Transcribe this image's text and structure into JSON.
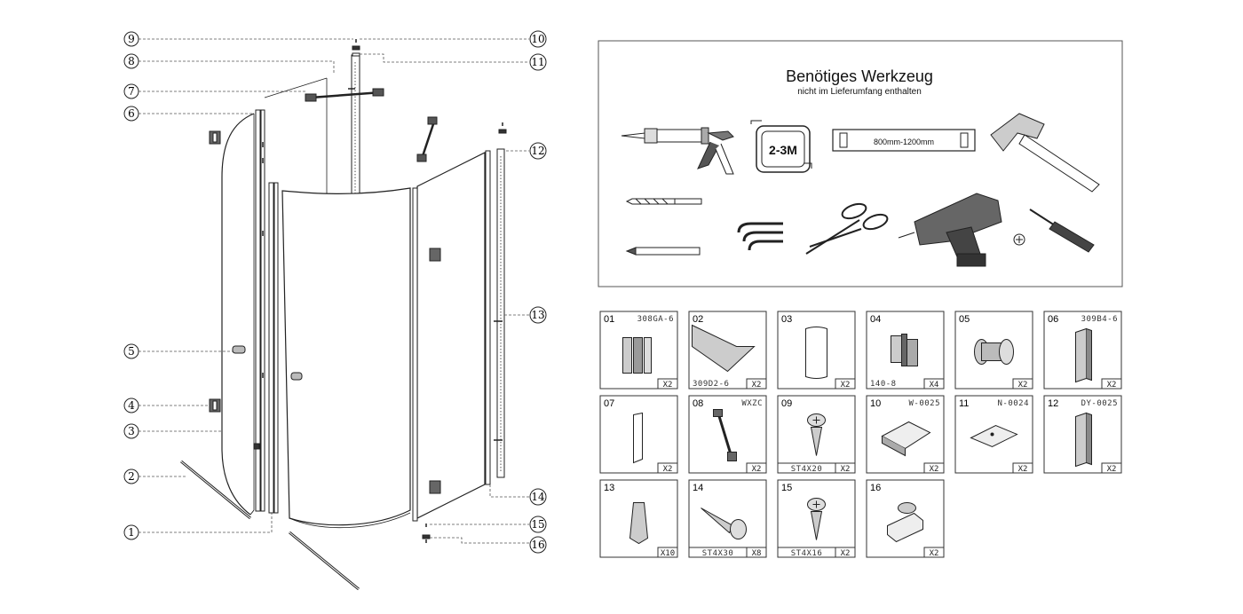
{
  "tools_panel": {
    "title": "Benötiges Werkzeug",
    "subtitle": "nicht im Lieferumfang enthalten",
    "tape_label": "2-3M",
    "level_label": "800mm-1200mm",
    "tools": [
      {
        "icon": "caulking-gun-icon"
      },
      {
        "icon": "tape-measure-icon"
      },
      {
        "icon": "spirit-level-icon"
      },
      {
        "icon": "hammer-icon"
      },
      {
        "icon": "drill-bit-icon"
      },
      {
        "icon": "allen-keys-icon"
      },
      {
        "icon": "scissors-icon"
      },
      {
        "icon": "cordless-drill-icon"
      },
      {
        "icon": "screwdriver-icon"
      },
      {
        "icon": "pencil-icon"
      }
    ]
  },
  "callouts": [
    "9",
    "8",
    "7",
    "6",
    "5",
    "4",
    "3",
    "2",
    "1",
    "10",
    "11",
    "12",
    "13",
    "14",
    "15",
    "16"
  ],
  "parts": [
    {
      "num": "01",
      "code": "308GA-6",
      "sub": "",
      "qty": "X2",
      "icon": "profile-pair-icon"
    },
    {
      "num": "02",
      "code": "",
      "sub": "309D2-6",
      "qty": "X2",
      "icon": "seal-strip-icon"
    },
    {
      "num": "03",
      "code": "",
      "sub": "",
      "qty": "X2",
      "icon": "curved-panel-icon"
    },
    {
      "num": "04",
      "code": "",
      "sub": "140-8",
      "qty": "X4",
      "icon": "hinge-icon"
    },
    {
      "num": "05",
      "code": "",
      "sub": "",
      "qty": "X2",
      "icon": "knob-icon"
    },
    {
      "num": "06",
      "code": "309B4-6",
      "sub": "",
      "qty": "X2",
      "icon": "profile-icon"
    },
    {
      "num": "07",
      "code": "",
      "sub": "",
      "qty": "X2",
      "icon": "strip-icon"
    },
    {
      "num": "08",
      "code": "WXZC",
      "sub": "",
      "qty": "X2",
      "icon": "stabilizer-bar-icon"
    },
    {
      "num": "09",
      "code": "",
      "sub": "ST4X20",
      "qty": "X2",
      "icon": "screw-icon"
    },
    {
      "num": "10",
      "code": "W-0025",
      "sub": "",
      "qty": "X2",
      "icon": "bracket-icon"
    },
    {
      "num": "11",
      "code": "N-0024",
      "sub": "",
      "qty": "X2",
      "icon": "cap-icon"
    },
    {
      "num": "12",
      "code": "DY-0025",
      "sub": "",
      "qty": "X2",
      "icon": "wall-profile-icon"
    },
    {
      "num": "13",
      "code": "",
      "sub": "",
      "qty": "X10",
      "icon": "dowel-icon"
    },
    {
      "num": "14",
      "code": "",
      "sub": "ST4X30",
      "qty": "X8",
      "icon": "long-screw-icon"
    },
    {
      "num": "15",
      "code": "",
      "sub": "ST4X16",
      "qty": "X2",
      "icon": "short-screw-icon"
    },
    {
      "num": "16",
      "code": "",
      "sub": "",
      "qty": "X2",
      "icon": "roller-icon"
    }
  ]
}
